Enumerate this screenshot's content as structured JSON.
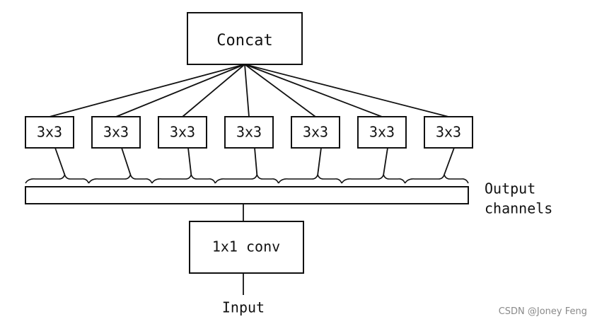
{
  "concat": {
    "label": "Concat"
  },
  "branches": [
    "3x3",
    "3x3",
    "3x3",
    "3x3",
    "3x3",
    "3x3",
    "3x3"
  ],
  "output_channels": {
    "line1": "Output",
    "line2": "channels"
  },
  "conv": {
    "label": "1x1 conv"
  },
  "input": {
    "label": "Input"
  },
  "watermark": "CSDN @Joney Feng"
}
